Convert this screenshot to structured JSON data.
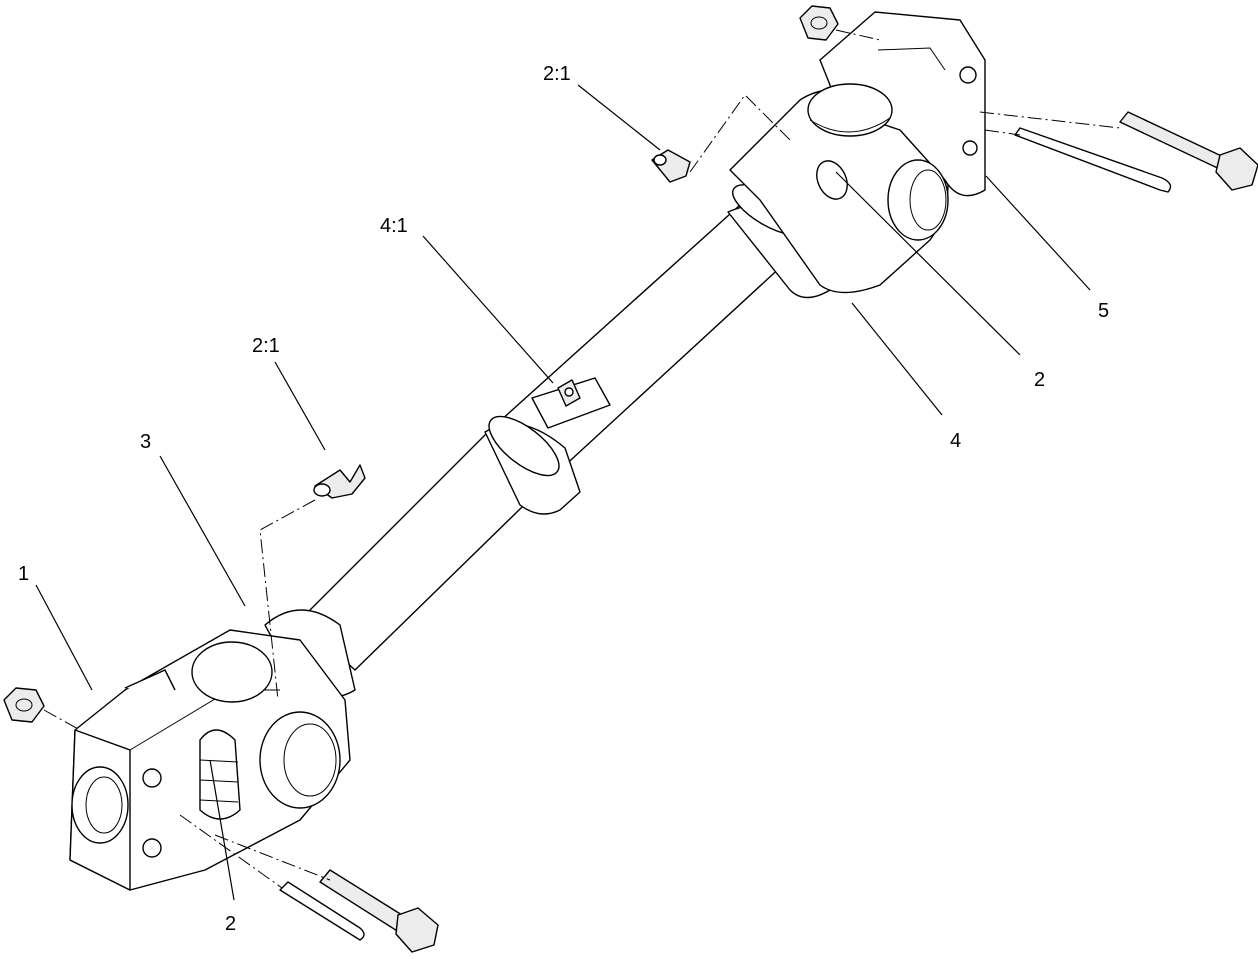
{
  "callouts": [
    {
      "id": "c-1",
      "text": "1"
    },
    {
      "id": "c-3",
      "text": "3"
    },
    {
      "id": "c-2-1-left",
      "text": "2:1"
    },
    {
      "id": "c-2-bottom",
      "text": "2"
    },
    {
      "id": "c-4-1",
      "text": "4:1"
    },
    {
      "id": "c-2-1-top",
      "text": "2:1"
    },
    {
      "id": "c-2-right",
      "text": "2"
    },
    {
      "id": "c-4",
      "text": "4"
    },
    {
      "id": "c-5",
      "text": "5"
    }
  ]
}
